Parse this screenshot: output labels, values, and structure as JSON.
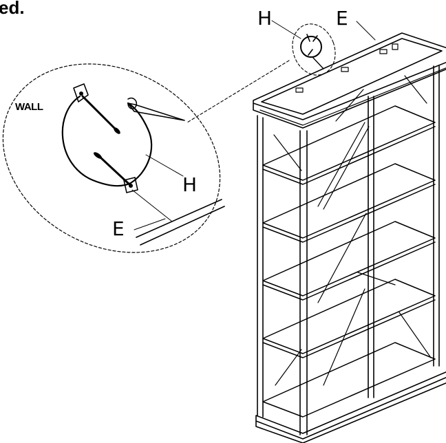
{
  "header": {
    "cutoff_text": "ed."
  },
  "labels": {
    "wall": "WALL",
    "hook_detail": "H",
    "hook_top": "H",
    "top_panel_detail": "E",
    "top_panel_top": "E"
  },
  "colors": {
    "ink": "#000000",
    "paper": "#ffffff"
  }
}
